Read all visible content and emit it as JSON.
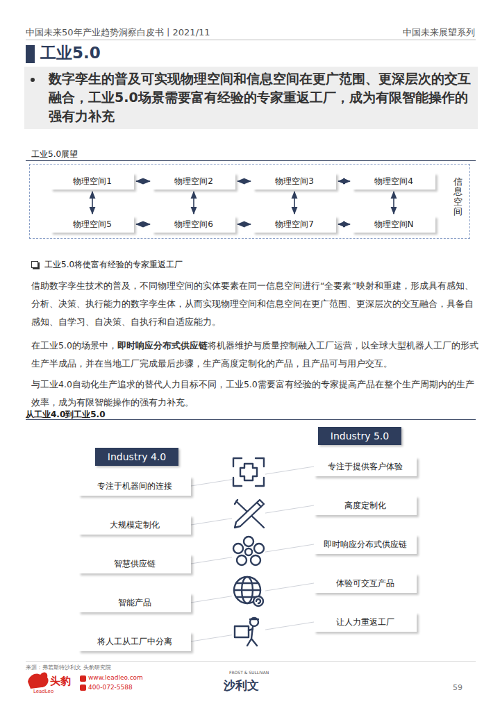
{
  "diagram": {
    "title": "工业5.0",
    "nodes": [
      {
        "text": [
          "信息空间"
        ]
      },
      {
        "text": [
          "物理空间1"
        ],
        "in": 0
      },
      {
        "text": [
          "物理空间2"
        ],
        "in": 0
      },
      {
        "text": [
          "物理空间3"
        ],
        "in": 0
      },
      {
        "text": [
          "物理空间4"
        ],
        "in": 0
      },
      {
        "text": [
          "物理空间5"
        ],
        "in": 0
      },
      {
        "text": [
          "物理空间6"
        ],
        "in": 0
      },
      {
        "text": [
          "物理空间7"
        ],
        "in": 0
      },
      {
        "text": [
          "物理空间N"
        ],
        "in": 0
      },
      {
        "text": [
          "Industry 4.0"
        ]
      },
      {
        "text": [
          "专注于机器间的连接"
        ]
      },
      {
        "text": [
          "大规模定制化"
        ]
      },
      {
        "text": [
          "智慧供应链"
        ]
      },
      {
        "text": [
          "智能产品"
        ]
      },
      {
        "text": [
          "将人工从工厂中分离"
        ]
      },
      {
        "text": [
          "Industry 5.0"
        ]
      },
      {
        "text": [
          "专注于提供客户体验"
        ]
      },
      {
        "text": [
          "高度定制化"
        ]
      },
      {
        "text": [
          "即时响应分布式供应链"
        ]
      },
      {
        "text": [
          "体验可交互产品"
        ]
      },
      {
        "text": [
          "让人力重返工厂"
        ]
      }
    ],
    "edges": [
      {
        "from": 1,
        "to": 2,
        "arrow": "both"
      },
      {
        "from": 2,
        "to": 3,
        "arrow": "both"
      },
      {
        "from": 3,
        "to": 4,
        "arrow": "both"
      },
      {
        "from": 5,
        "to": 6,
        "arrow": "both"
      },
      {
        "from": 6,
        "to": 7,
        "arrow": "both"
      },
      {
        "from": 7,
        "to": 8,
        "arrow": "both"
      },
      {
        "from": 1,
        "to": 5,
        "arrow": "both"
      },
      {
        "from": 2,
        "to": 6,
        "arrow": "both"
      },
      {
        "from": 3,
        "to": 7,
        "arrow": "both"
      },
      {
        "from": 4,
        "to": 8,
        "arrow": "both"
      },
      {
        "from": 10,
        "to": 16,
        "arrow": "none"
      },
      {
        "from": 11,
        "to": 17,
        "arrow": "none"
      },
      {
        "from": 12,
        "to": 18,
        "arrow": "none"
      },
      {
        "from": 13,
        "to": 19,
        "arrow": "none"
      },
      {
        "from": 14,
        "to": 20,
        "arrow": "none"
      }
    ],
    "labels": [
      "中国未来50年产业趋势洞察白皮书丨2021/11",
      "中国未来展望系列",
      "数字孪生的普及可实现物理空间和信息空间在更广范围、更深层次的交互融合，工业5.0场景需要富有经验的专家重返工厂，成为有限智能操作的强有力补充",
      "工业5.0展望",
      "工业5.0将使富有经验的专家重返工厂",
      "借助数字孪生技术的普及，不同物理空间的实体要素在同一信息空间进行“全要素”映射和重建，形成具有感知、分析、决策、执行能力的数字孪生体，从而实现物理空间和信息空间在更广范围、更深层次的交互融合，具备自感知、自学习、自决策、自执行和自适应能力。",
      "在工业5.0的场景中，",
      "即时响应分布式供应链",
      "将机器维护与质量控制融入工厂运营，以全球大型机器人工厂的形式生产半成品，并在当地工厂完成最后步骤，生产高度定制化的产品，且产品可与用户交互。",
      "与工业4.0自动化生产追求的替代人力目标不同，工业5.0需要富有经验的专家提高产品在整个生产周期内的生产效率，成为有限智能操作的强有力补充。",
      "从工业4.0到工业5.0",
      "来源：弗若斯特沙利文 头豹研究院",
      "头豹",
      "LeadLeo",
      "www.leadleo.com",
      "400-072-5588",
      "FROST & SULLIVAN",
      "沙利文",
      "59"
    ]
  }
}
